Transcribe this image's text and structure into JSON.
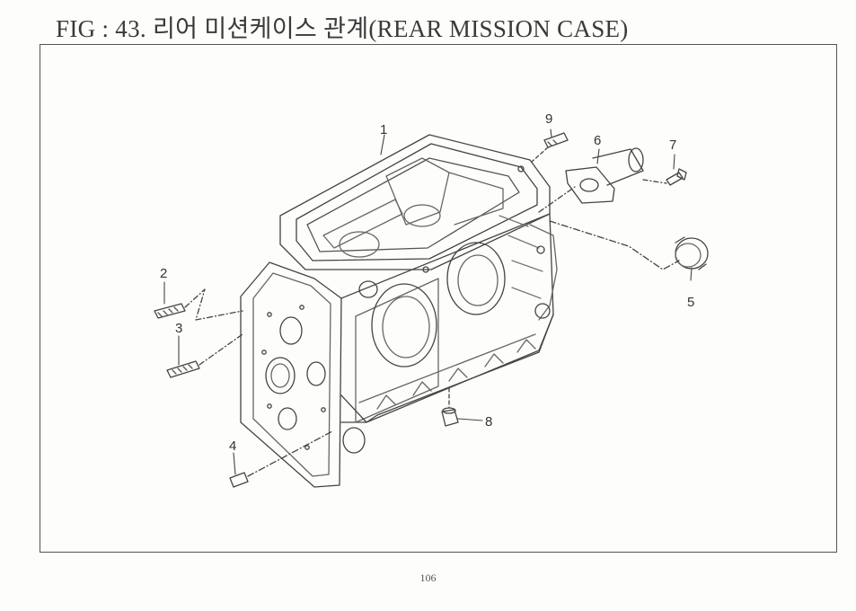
{
  "title": "FIG : 43. 리어 미션케이스 관계(REAR MISSION CASE)",
  "callouts": [
    "1",
    "2",
    "3",
    "4",
    "5",
    "6",
    "7",
    "8",
    "9"
  ],
  "page_number": "106"
}
